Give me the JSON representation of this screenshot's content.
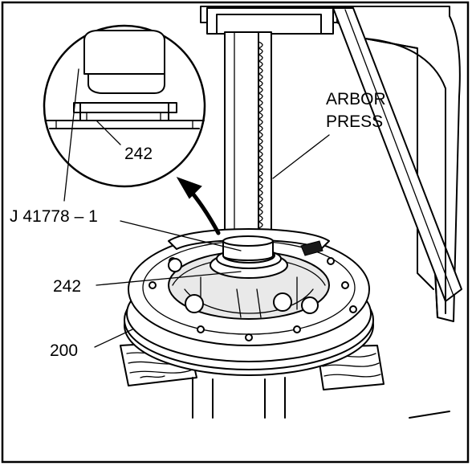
{
  "labels": {
    "arbor_press_line1": "ARBOR",
    "arbor_press_line2": "PRESS",
    "tool": "J 41778 – 1",
    "part_242_detail": "242",
    "part_242_main": "242",
    "part_200": "200"
  }
}
